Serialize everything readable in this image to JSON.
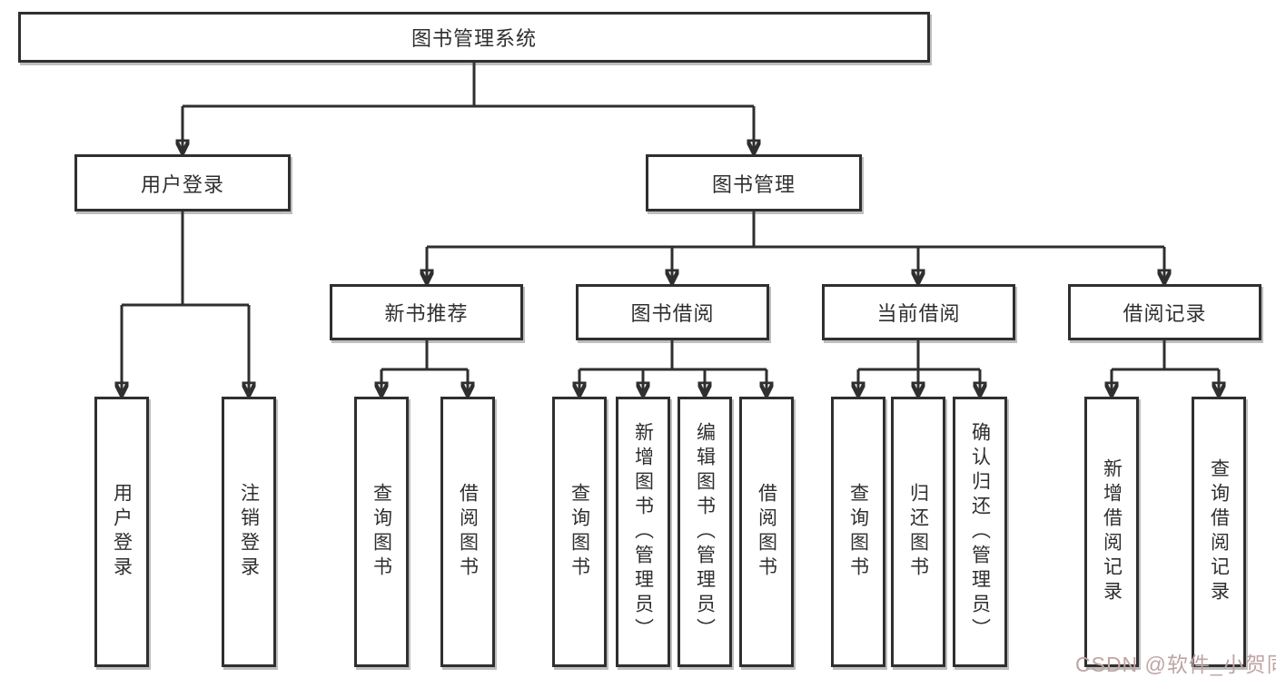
{
  "diagram": {
    "tree": {
      "root": {
        "label": "图书管理系统"
      },
      "level2": [
        {
          "label": "用户登录",
          "children": [
            {
              "label": "用户登录"
            },
            {
              "label": "注销登录"
            }
          ]
        },
        {
          "label": "图书管理",
          "children": [
            {
              "label": "新书推荐",
              "children": [
                {
                  "label": "查询图书"
                },
                {
                  "label": "借阅图书"
                }
              ]
            },
            {
              "label": "图书借阅",
              "children": [
                {
                  "label": "查询图书"
                },
                {
                  "label": "新增图书（管理员）"
                },
                {
                  "label": "编辑图书（管理员）"
                },
                {
                  "label": "借阅图书"
                }
              ]
            },
            {
              "label": "当前借阅",
              "children": [
                {
                  "label": "查询图书"
                },
                {
                  "label": "归还图书"
                },
                {
                  "label": "确认归还（管理员）"
                }
              ]
            },
            {
              "label": "借阅记录",
              "children": [
                {
                  "label": "新增借阅记录"
                },
                {
                  "label": "查询借阅记录"
                }
              ]
            }
          ]
        }
      ]
    }
  },
  "watermark": {
    "text": "CSDN @软件_小贺同学",
    "color": "#c0a4a4"
  },
  "colors": {
    "line": "#2f2f2f",
    "text": "#2f2f2f",
    "box_fill": "#ffffff",
    "page_background": "#ffffff"
  }
}
